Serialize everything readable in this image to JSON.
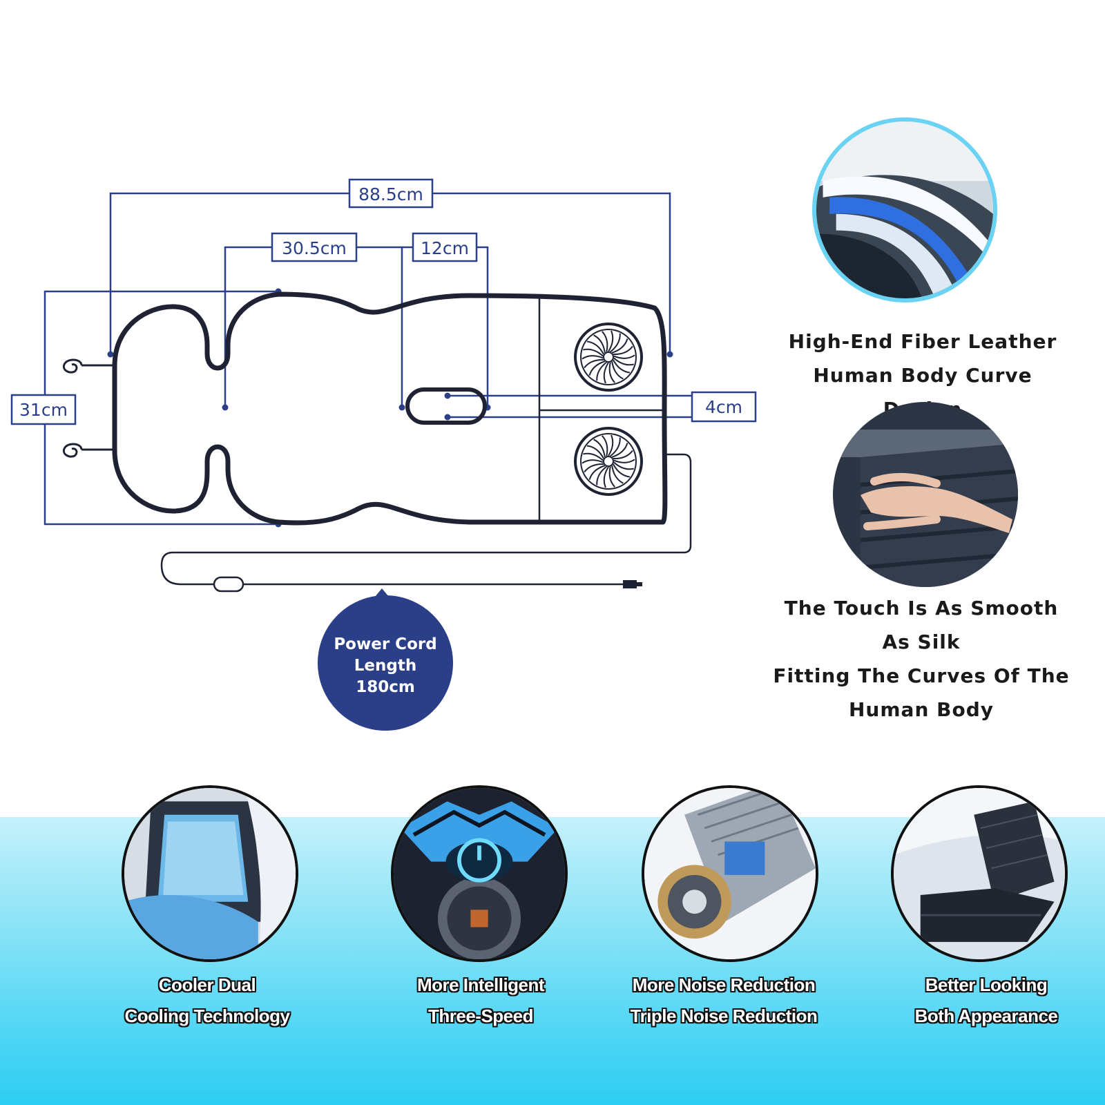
{
  "diagram": {
    "dimensions": {
      "total_length": "88.5cm",
      "upper_length": "30.5cm",
      "slot_length": "12cm",
      "slot_width": "4cm",
      "width": "31cm"
    },
    "power_cord": {
      "line1": "Power Cord",
      "line2": "Length",
      "line3": "180cm"
    }
  },
  "side_features": [
    {
      "lines": [
        "High-End Fiber Leather",
        "Human Body Curve Design"
      ],
      "icon": "fiber-leather-photo"
    },
    {
      "lines": [
        "The Touch Is As Smooth",
        "As Silk",
        "Fitting The Curves Of The",
        "Human Body"
      ],
      "icon": "hand-touch-photo"
    }
  ],
  "bottom_features": [
    {
      "lines": [
        "Cooler Dual",
        "Cooling Technology"
      ],
      "icon": "cooling-seat-photo"
    },
    {
      "lines": [
        "More Intelligent",
        "Three-Speed"
      ],
      "icon": "power-knob-photo"
    },
    {
      "lines": [
        "More Noise Reduction",
        "Triple Noise Reduction"
      ],
      "icon": "motor-fan-photo"
    },
    {
      "lines": [
        "Better Looking",
        "Both Appearance"
      ],
      "icon": "car-seat-photo"
    }
  ],
  "colors": {
    "accent_blue": "#2b3f88",
    "outline_dark": "#1f2233",
    "cyan_band": "#2ccdf2"
  }
}
